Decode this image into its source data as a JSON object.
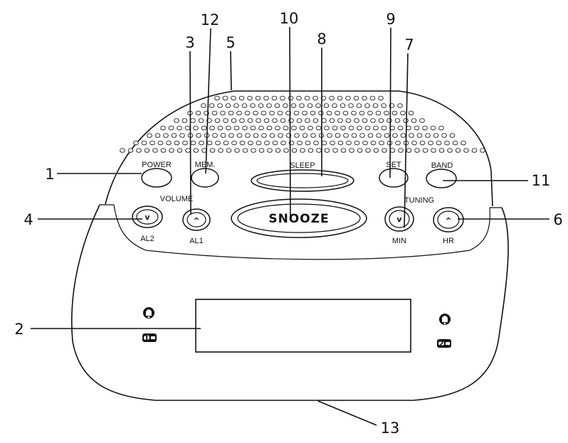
{
  "labels": {
    "power": "POWER",
    "mem": "MEM.",
    "sleep": "SLEEP",
    "set": "SET",
    "band": "BAND",
    "volume": "VOLUME",
    "tuning": "TUNING",
    "snooze": "SNOOZE",
    "al2": "AL2",
    "al1": "AL1",
    "min": "MIN",
    "hr": "HR",
    "down_arrow": "v",
    "up_arrow": "^",
    "alarm1_badge": "1",
    "alarm2_badge": "2"
  },
  "callouts": [
    "1",
    "2",
    "3",
    "4",
    "5",
    "6",
    "7",
    "8",
    "9",
    "10",
    "11",
    "12",
    "13"
  ]
}
